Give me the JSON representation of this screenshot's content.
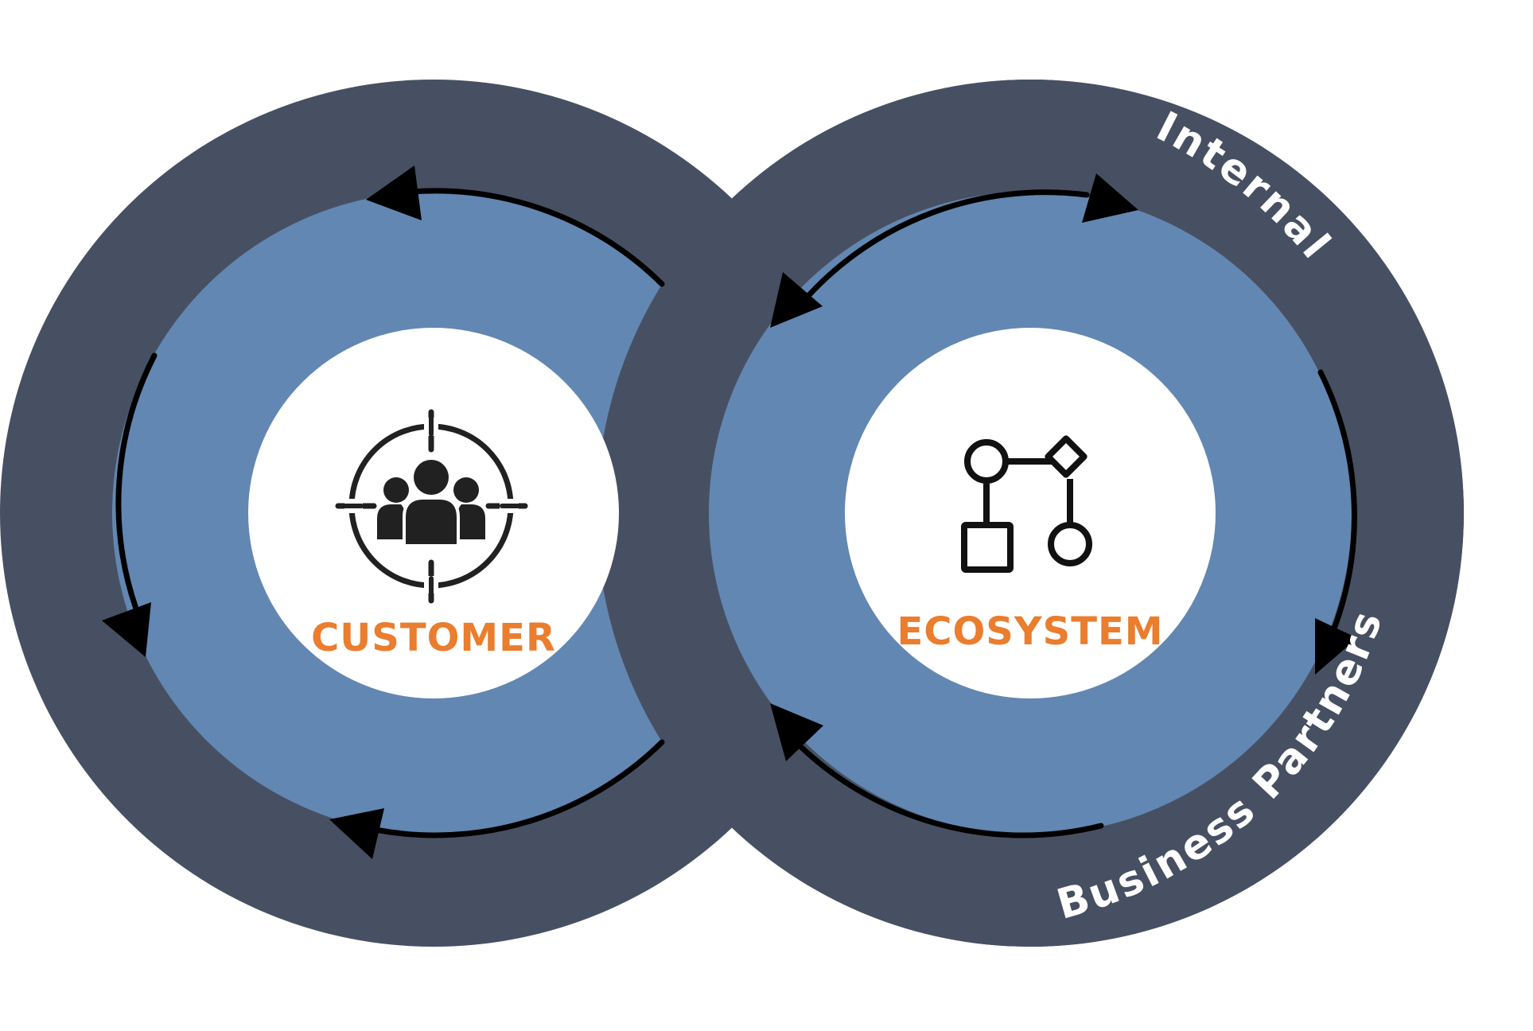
{
  "diagram": {
    "left_node": {
      "label": "CUSTOMER",
      "icon": "customer-target-icon"
    },
    "right_node": {
      "label": "ECOSYSTEM",
      "icon": "process-flow-icon"
    },
    "outer_labels": {
      "top": "Internal",
      "bottom": "Business Partners"
    }
  },
  "colors": {
    "outer_ring": "#475062",
    "inner_ring": "#6287b2",
    "center": "#ffffff",
    "label_accent": "#ea7d2e",
    "arrow": "#000000",
    "icon": "#212121",
    "ring_text": "#ffffff"
  }
}
